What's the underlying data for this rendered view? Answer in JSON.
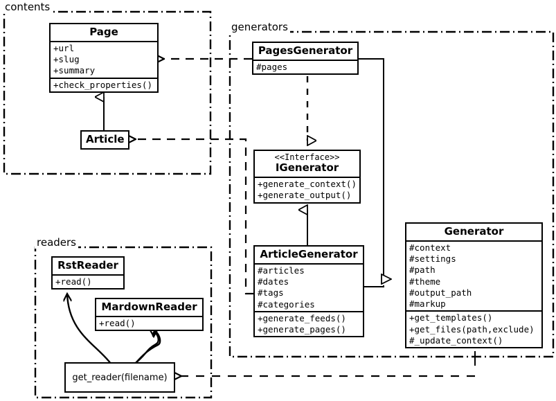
{
  "diagram": {
    "title": "Pelican architecture UML class diagram",
    "stroke_color": "#000000",
    "background_color": "#ffffff"
  },
  "packages": [
    {
      "name": "contents-package",
      "label": "contents"
    },
    {
      "name": "generators-package",
      "label": "generators"
    },
    {
      "name": "readers-package",
      "label": "readers"
    }
  ],
  "classes": [
    {
      "id": "page",
      "name": "Page",
      "stereotype": "",
      "attributes": [
        "+url",
        "+slug",
        "+summary"
      ],
      "methods": [
        "+check_properties()"
      ]
    },
    {
      "id": "article",
      "name": "Article",
      "stereotype": "",
      "attributes": [],
      "methods": []
    },
    {
      "id": "pages-generator",
      "name": "PagesGenerator",
      "stereotype": "",
      "attributes": [
        "#pages"
      ],
      "methods": []
    },
    {
      "id": "igenerator",
      "name": "IGenerator",
      "stereotype": "<<Interface>>",
      "attributes": [],
      "methods": [
        "+generate_context()",
        "+generate_output()"
      ]
    },
    {
      "id": "article-generator",
      "name": "ArticleGenerator",
      "stereotype": "",
      "attributes": [
        "#articles",
        "#dates",
        "#tags",
        "#categories"
      ],
      "methods": [
        "+generate_feeds()",
        "+generate_pages()"
      ]
    },
    {
      "id": "generator",
      "name": "Generator",
      "stereotype": "",
      "attributes": [
        "#context",
        "#settings",
        "#path",
        "#theme",
        "#output_path",
        "#markup"
      ],
      "methods": [
        "+get_templates()",
        "+get_files(path,exclude)",
        "#_update_context()"
      ]
    },
    {
      "id": "rst-reader",
      "name": "RstReader",
      "stereotype": "",
      "attributes": [],
      "methods": [
        "+read()"
      ]
    },
    {
      "id": "mardown-reader",
      "name": "MardownReader",
      "stereotype": "",
      "attributes": [],
      "methods": [
        "+read()"
      ]
    }
  ],
  "functions": [
    {
      "id": "get-reader",
      "label": "get_reader(filename)"
    }
  ],
  "relationships": [
    {
      "name": "article-inherits-page",
      "type": "generalization",
      "from": "Article",
      "to": "Page"
    },
    {
      "name": "pagesgenerator-realizes-igenerator",
      "type": "realization",
      "from": "PagesGenerator",
      "to": "IGenerator"
    },
    {
      "name": "articlegenerator-inherits-igenerator",
      "type": "generalization",
      "from": "ArticleGenerator",
      "to": "IGenerator"
    },
    {
      "name": "pagesgenerator-inherits-generator",
      "type": "generalization",
      "from": "PagesGenerator",
      "to": "Generator"
    },
    {
      "name": "articlegenerator-inherits-generator",
      "type": "generalization",
      "from": "ArticleGenerator",
      "to": "Generator"
    },
    {
      "name": "pagesgenerator-uses-page",
      "type": "dependency",
      "from": "PagesGenerator",
      "to": "Page"
    },
    {
      "name": "articlegenerator-uses-article",
      "type": "dependency",
      "from": "ArticleGenerator",
      "to": "Article"
    },
    {
      "name": "generator-uses-get-reader",
      "type": "dependency",
      "from": "Generator",
      "to": "get_reader(filename)"
    },
    {
      "name": "get-reader-returns-rstreader",
      "type": "association",
      "from": "get_reader(filename)",
      "to": "RstReader"
    },
    {
      "name": "get-reader-returns-mardownreader",
      "type": "association",
      "from": "get_reader(filename)",
      "to": "MardownReader"
    }
  ]
}
